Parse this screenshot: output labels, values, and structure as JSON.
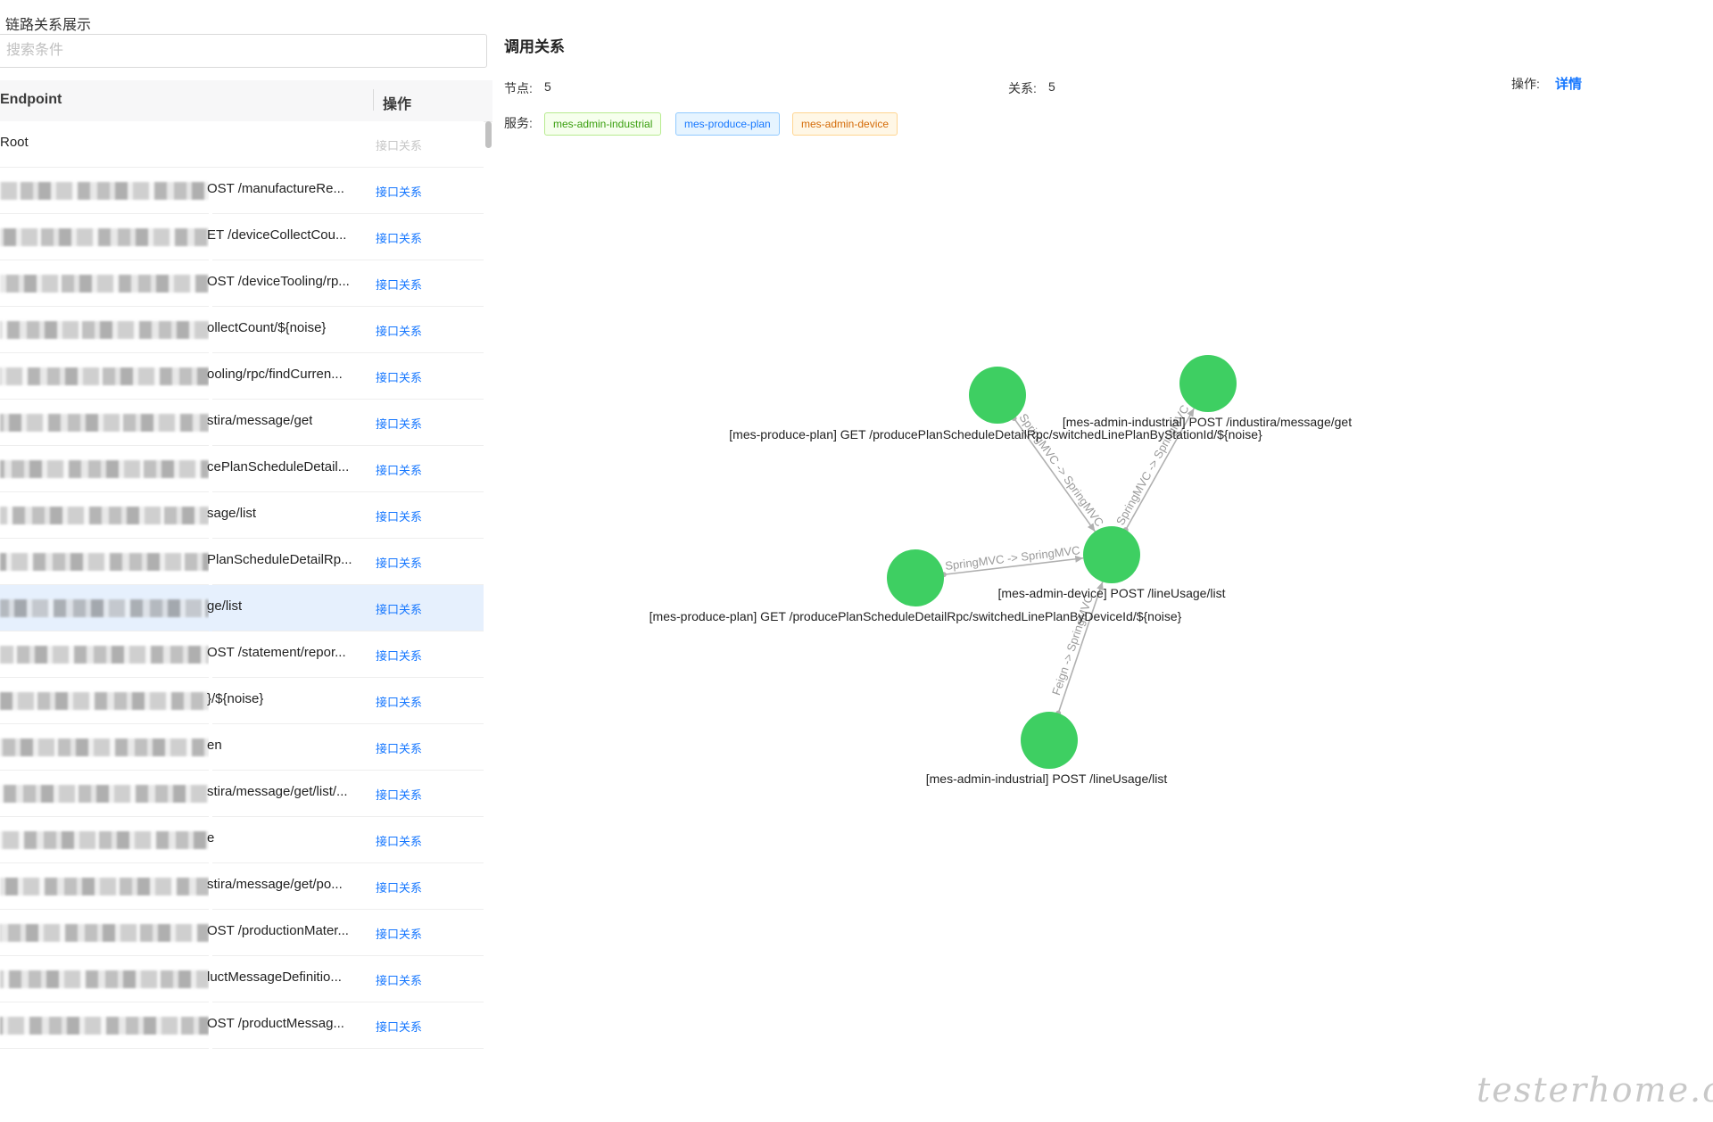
{
  "panel": {
    "title": "链路关系展示",
    "search_placeholder": "搜索条件",
    "columns": {
      "endpoint": "Endpoint",
      "actions": "操作"
    }
  },
  "rows": [
    {
      "text": "Root",
      "link": "接口关系",
      "blurred": false,
      "disabled": true,
      "selected": false
    },
    {
      "text": "OST /manufactureRe...",
      "link": "接口关系",
      "blurred": true,
      "disabled": false,
      "selected": false
    },
    {
      "text": "ET /deviceCollectCou...",
      "link": "接口关系",
      "blurred": true,
      "disabled": false,
      "selected": false
    },
    {
      "text": "OST /deviceTooling/rp...",
      "link": "接口关系",
      "blurred": true,
      "disabled": false,
      "selected": false
    },
    {
      "text": "ollectCount/${noise}",
      "link": "接口关系",
      "blurred": true,
      "disabled": false,
      "selected": false
    },
    {
      "text": "ooling/rpc/findCurren...",
      "link": "接口关系",
      "blurred": true,
      "disabled": false,
      "selected": false
    },
    {
      "text": "stira/message/get",
      "link": "接口关系",
      "blurred": true,
      "disabled": false,
      "selected": false
    },
    {
      "text": "cePlanScheduleDetail...",
      "link": "接口关系",
      "blurred": true,
      "disabled": false,
      "selected": false
    },
    {
      "text": "sage/list",
      "link": "接口关系",
      "blurred": true,
      "disabled": false,
      "selected": false
    },
    {
      "text": "PlanScheduleDetailRp...",
      "link": "接口关系",
      "blurred": true,
      "disabled": false,
      "selected": false
    },
    {
      "text": "ge/list",
      "link": "接口关系",
      "blurred": true,
      "disabled": false,
      "selected": true
    },
    {
      "text": "OST /statement/repor...",
      "link": "接口关系",
      "blurred": true,
      "disabled": false,
      "selected": false
    },
    {
      "text": "}/${noise}",
      "link": "接口关系",
      "blurred": true,
      "disabled": false,
      "selected": false
    },
    {
      "text": "en",
      "link": "接口关系",
      "blurred": true,
      "disabled": false,
      "selected": false
    },
    {
      "text": "stira/message/get/list/...",
      "link": "接口关系",
      "blurred": true,
      "disabled": false,
      "selected": false
    },
    {
      "text": "e",
      "link": "接口关系",
      "blurred": true,
      "disabled": false,
      "selected": false
    },
    {
      "text": "stira/message/get/po...",
      "link": "接口关系",
      "blurred": true,
      "disabled": false,
      "selected": false
    },
    {
      "text": "OST /productionMater...",
      "link": "接口关系",
      "blurred": true,
      "disabled": false,
      "selected": false
    },
    {
      "text": "luctMessageDefinitio...",
      "link": "接口关系",
      "blurred": true,
      "disabled": false,
      "selected": false
    },
    {
      "text": "OST /productMessag...",
      "link": "接口关系",
      "blurred": true,
      "disabled": false,
      "selected": false
    }
  ],
  "graph": {
    "title": "调用关系",
    "nodes_label": "节点:",
    "nodes_count": "5",
    "relations_label": "关系:",
    "relations_count": "5",
    "op_label": "操作:",
    "detail_link": "详情",
    "services_label": "服务:",
    "services": [
      {
        "name": "mes-admin-industrial",
        "color": "green"
      },
      {
        "name": "mes-produce-plan",
        "color": "blue"
      },
      {
        "name": "mes-admin-device",
        "color": "orange"
      }
    ],
    "node_color": "#3ecf62",
    "edge_color": "#b0b0b0",
    "nodes": [
      {
        "id": "n1",
        "label": "[mes-produce-plan] GET /producePlanScheduleDetailRpc/switchedLinePlanByStationId/${noise}"
      },
      {
        "id": "n2",
        "label": "[mes-admin-industrial] POST /industira/message/get"
      },
      {
        "id": "n3",
        "label": "[mes-admin-device] POST /lineUsage/list"
      },
      {
        "id": "n4",
        "label": "[mes-produce-plan] GET /producePlanScheduleDetailRpc/switchedLinePlanByDeviceId/${noise}"
      },
      {
        "id": "n5",
        "label": "[mes-admin-industrial] POST /lineUsage/list"
      }
    ],
    "edges": [
      {
        "from": "n1",
        "to": "n3",
        "label": "SpringMVC -> SpringMVC"
      },
      {
        "from": "n3",
        "to": "n2",
        "label": "SpringMVC -> SpringMVC"
      },
      {
        "from": "n4",
        "to": "n3",
        "label": "SpringMVC -> SpringMVC"
      },
      {
        "from": "n5",
        "to": "n3",
        "label": "Feign -> SpringMVC"
      }
    ]
  },
  "watermark": "testerhome.com"
}
